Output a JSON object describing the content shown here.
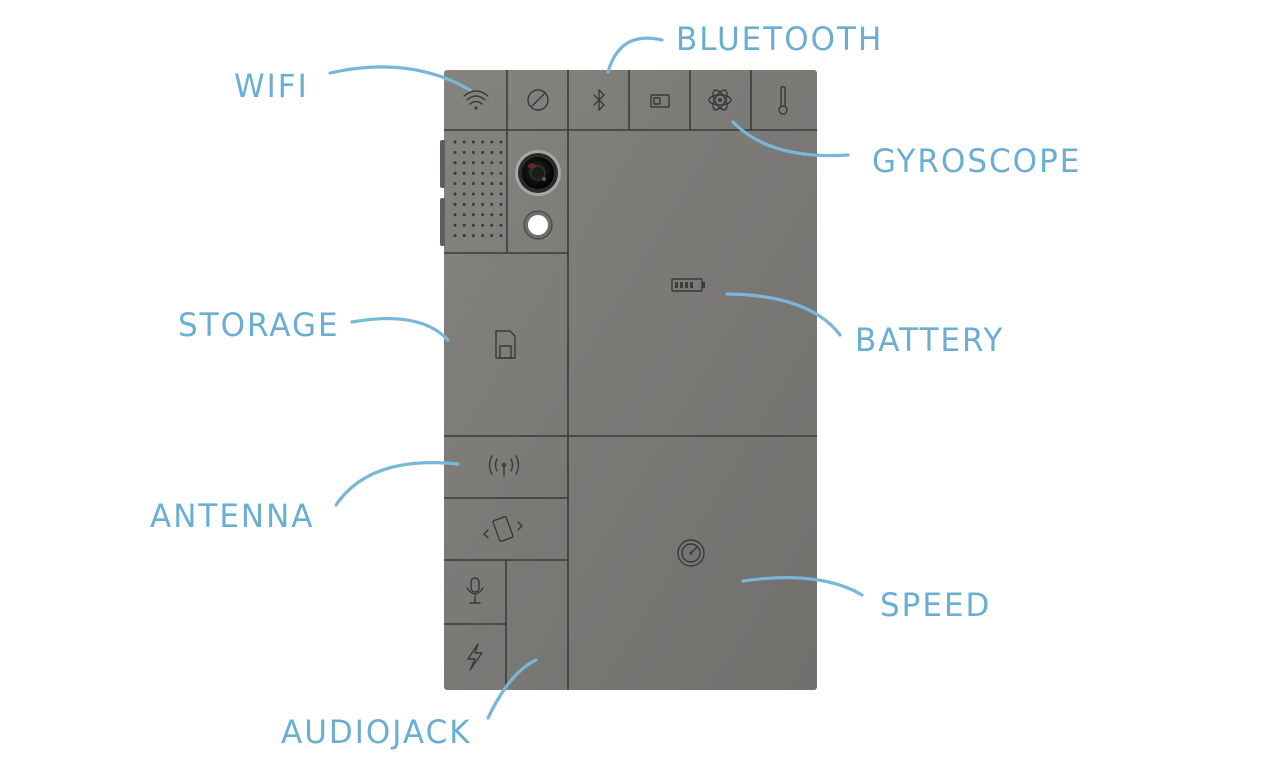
{
  "labels": {
    "wifi": "WIFI",
    "bluetooth": "BLUETOOTH",
    "gyroscope": "GYROSCOPE",
    "storage": "STORAGE",
    "battery": "BATTERY",
    "antenna": "ANTENNA",
    "speed": "SPEED",
    "audiojack": "AUDIOJACK"
  },
  "colors": {
    "label_text": "#6aaed2",
    "leader_line": "#79b7d8",
    "phone_body": "#7b7a77",
    "module_seam": "#3c3b39",
    "background": "#ffffff"
  },
  "icons": [
    "wifi-icon",
    "compass-icon",
    "bluetooth-icon",
    "sim-card-icon",
    "gyroscope-icon",
    "thermometer-icon",
    "speaker-grille",
    "camera-lens",
    "camera-flash",
    "storage-card-icon",
    "battery-icon",
    "antenna-icon",
    "vibration-icon",
    "microphone-icon",
    "power-bolt-icon",
    "speedometer-icon"
  ]
}
